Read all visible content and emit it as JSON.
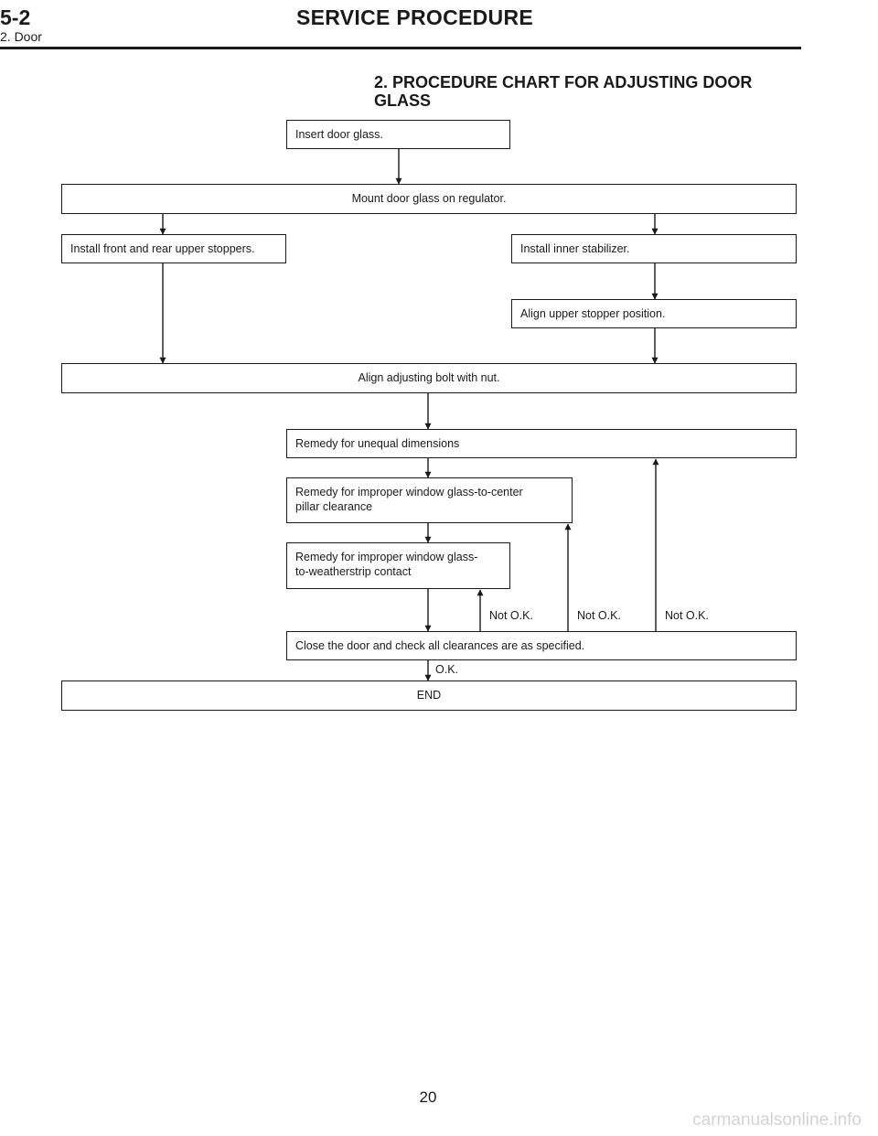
{
  "header": {
    "section_number": "5-2",
    "section_title": "SERVICE PROCEDURE",
    "subsection": "2. Door"
  },
  "title": "2.  PROCEDURE CHART FOR ADJUSTING DOOR GLASS",
  "steps": {
    "insert_glass": "Insert door glass.",
    "mount_glass": "Mount door glass on regulator.",
    "install_stoppers": "Install front and rear upper stoppers.",
    "install_stabilizer": "Install inner stabilizer.",
    "align_stopper": "Align upper stopper position.",
    "align_bolt": "Align adjusting bolt with nut.",
    "remedy_dimensions": "Remedy for unequal dimensions",
    "remedy_pillar": "Remedy for improper window glass-to-center\npillar clearance",
    "remedy_weatherstrip": "Remedy for improper window glass-\nto-weatherstrip contact",
    "check": "Close the door and check all clearances are as specified.",
    "end": "END"
  },
  "labels": {
    "not_ok_1": "Not O.K.",
    "not_ok_2": "Not O.K.",
    "not_ok_3": "Not O.K.",
    "ok": "O.K."
  },
  "page_number": "20",
  "watermark": "carmanualsonline.info"
}
